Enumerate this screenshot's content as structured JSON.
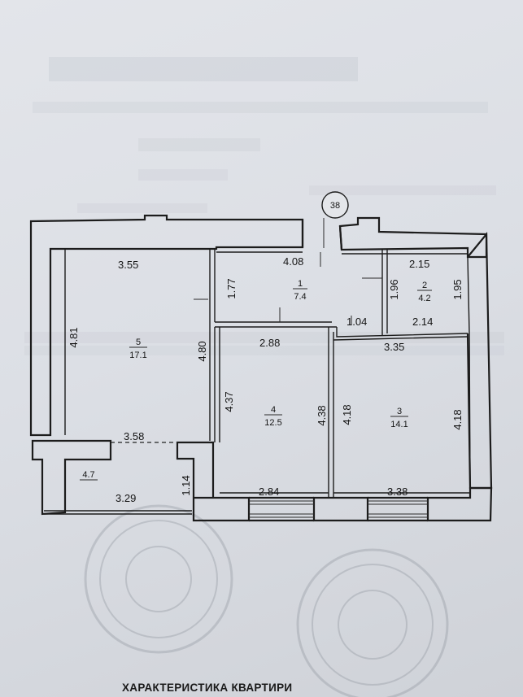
{
  "building_number": "38",
  "rooms": [
    {
      "id": "room-1",
      "number": "1",
      "area": "7.4"
    },
    {
      "id": "room-2",
      "number": "2",
      "area": "4.2"
    },
    {
      "id": "room-3",
      "number": "3",
      "area": "14.1"
    },
    {
      "id": "room-4",
      "number": "4",
      "area": "12.5"
    },
    {
      "id": "room-5",
      "number": "5",
      "area": "17.1"
    },
    {
      "id": "balcony",
      "number": "",
      "area": "4.7"
    }
  ],
  "dimensions": {
    "d_3_55": "3.55",
    "d_4_08": "4.08",
    "d_2_15": "2.15",
    "d_1_77": "1.77",
    "d_1_96": "1.96",
    "d_1_95": "1.95",
    "d_1_04": "1.04",
    "d_2_14": "2.14",
    "d_2_88": "2.88",
    "d_3_35": "3.35",
    "d_4_81": "4.81",
    "d_4_80": "4.80",
    "d_4_37": "4.37",
    "d_4_38": "4.38",
    "d_4_18_left": "4.18",
    "d_4_18_right": "4.18",
    "d_3_58": "3.58",
    "d_1_14": "1.14",
    "d_3_29": "3.29",
    "d_2_84": "2.84",
    "d_3_38": "3.38"
  },
  "caption": "ХАРАКТЕРИСТИКА КВАРТИРИ"
}
